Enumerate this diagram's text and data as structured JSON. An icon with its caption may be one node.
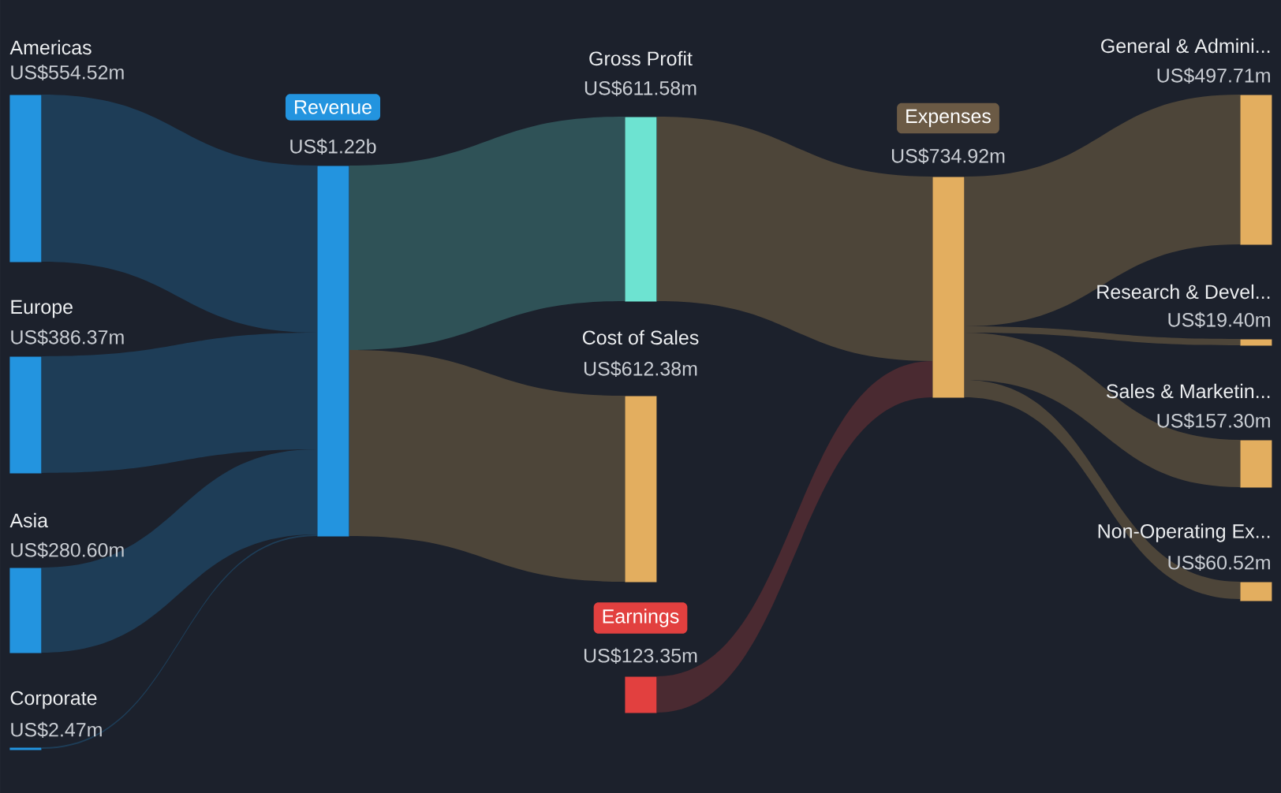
{
  "diagram": {
    "nodes": [
      {
        "text": [
          "Americas",
          "US$554.52m"
        ]
      },
      {
        "text": [
          "Europe",
          "US$386.37m"
        ]
      },
      {
        "text": [
          "Asia",
          "US$280.60m"
        ]
      },
      {
        "text": [
          "Corporate",
          "US$2.47m"
        ]
      },
      {
        "text": [
          "Revenue",
          "US$1.22b"
        ]
      },
      {
        "text": [
          "Gross Profit",
          "US$611.58m"
        ]
      },
      {
        "text": [
          "Cost of Sales",
          "US$612.38m"
        ]
      },
      {
        "text": [
          "Earnings",
          "US$123.35m"
        ]
      },
      {
        "text": [
          "Expenses",
          "US$734.92m"
        ]
      },
      {
        "text": [
          "General & Admini...",
          "US$497.71m"
        ]
      },
      {
        "text": [
          "Research & Devel...",
          "US$19.40m"
        ]
      },
      {
        "text": [
          "Sales & Marketin...",
          "US$157.30m"
        ]
      },
      {
        "text": [
          "Non-Operating Ex...",
          "US$60.52m"
        ]
      }
    ],
    "edges": [
      {
        "from": 0,
        "to": 4,
        "arrow": "none",
        "color": "#1e3d57"
      },
      {
        "from": 1,
        "to": 4,
        "arrow": "none",
        "color": "#1e3d57"
      },
      {
        "from": 2,
        "to": 4,
        "arrow": "none",
        "color": "#1e3d57"
      },
      {
        "from": 3,
        "to": 4,
        "arrow": "none",
        "color": "#1e3d57"
      },
      {
        "from": 4,
        "to": 5,
        "arrow": "none",
        "color": "#2f5257"
      },
      {
        "from": 4,
        "to": 6,
        "arrow": "none",
        "color": "#4d4539"
      },
      {
        "from": 5,
        "to": 8,
        "arrow": "none",
        "color": "#4d4539"
      },
      {
        "from": 7,
        "to": 8,
        "arrow": "none",
        "color": "#4a2a31"
      },
      {
        "from": 8,
        "to": 9,
        "arrow": "none",
        "color": "#4d4539"
      },
      {
        "from": 8,
        "to": 10,
        "arrow": "none",
        "color": "#4d4539"
      },
      {
        "from": 8,
        "to": 11,
        "arrow": "none",
        "color": "#4d4539"
      },
      {
        "from": 8,
        "to": 12,
        "arrow": "none",
        "color": "#4d4539"
      }
    ]
  }
}
